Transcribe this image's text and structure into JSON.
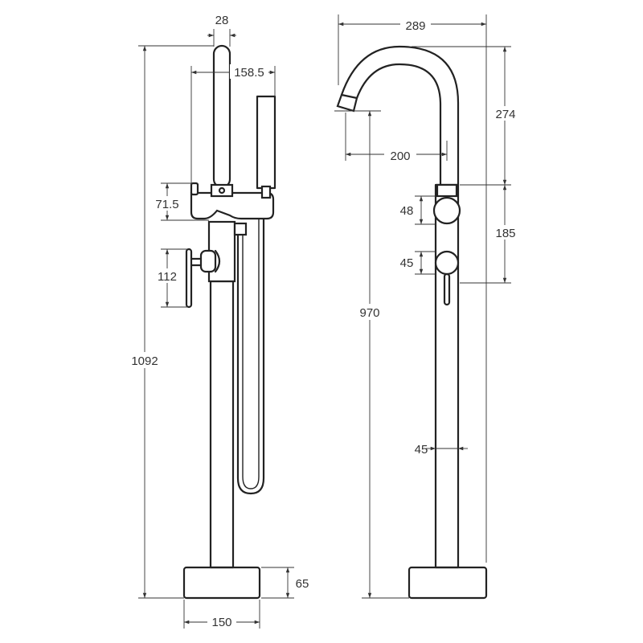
{
  "dimensions": {
    "left_view": {
      "handset_width": "28",
      "handset_offset": "158.5",
      "mixer_height": "71.5",
      "lever_height": "112",
      "overall_height": "1092",
      "base_height": "65",
      "base_width": "150"
    },
    "right_view": {
      "overall_projection": "289",
      "spout_height": "274",
      "spout_reach": "200",
      "handle_top_height": "48",
      "handle_spacing": "185",
      "handle_bottom_height": "45",
      "spout_outlet_height": "970",
      "column_diameter": "45"
    }
  },
  "colors": {
    "line": "#222222",
    "dimension": "#333333",
    "background": "#ffffff"
  }
}
